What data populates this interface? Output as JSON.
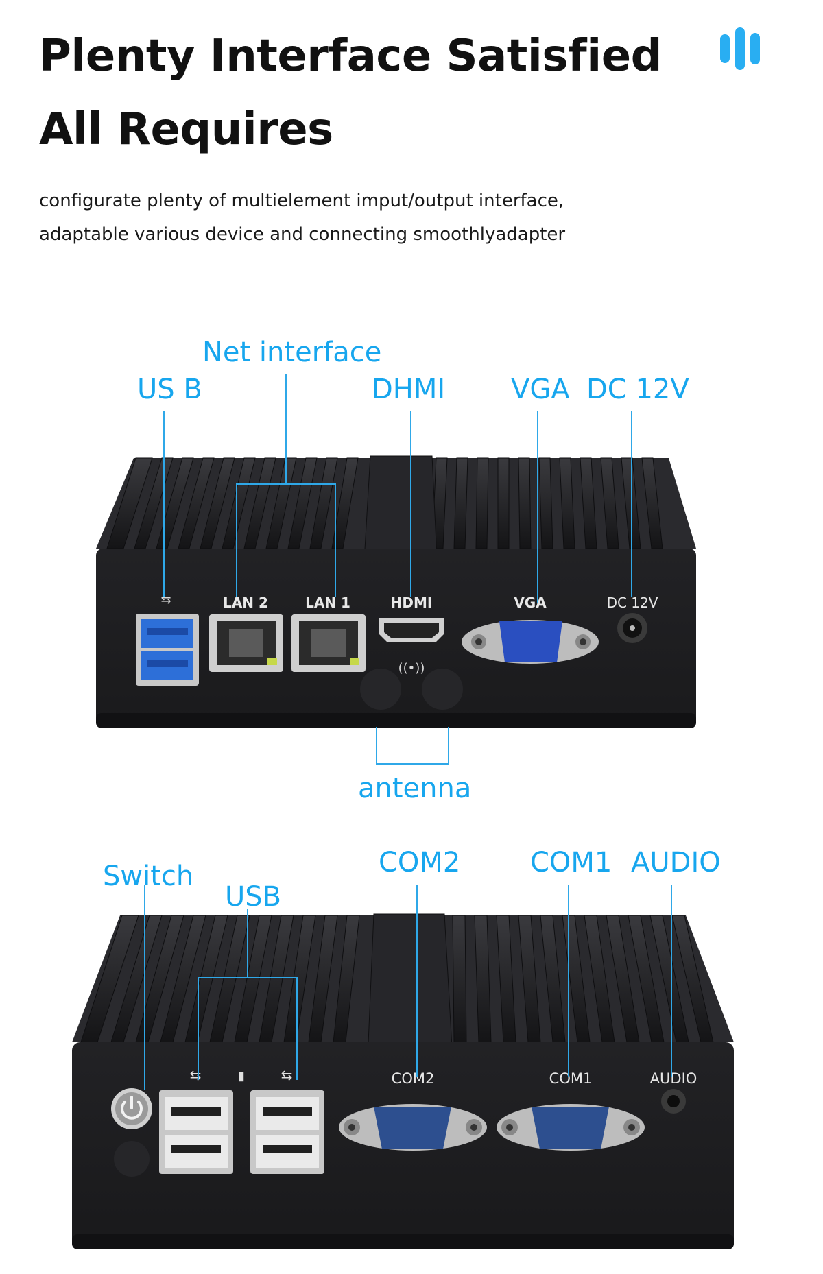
{
  "header": {
    "title_line1": "Plenty Interface Satisfied",
    "title_line2": "All Requires",
    "subtitle_line1": "configurate plenty of multielement imput/output interface,",
    "subtitle_line2": "adaptable various device and connecting smoothlyadapter"
  },
  "front": {
    "callouts": {
      "usb": "US B",
      "net": "Net interface",
      "hdmi": "DHMI",
      "vga": "VGA",
      "dc": "DC 12V",
      "antenna": "antenna"
    },
    "printed": {
      "lan2": "LAN 2",
      "lan1": "LAN 1",
      "hdmi": "HDMI",
      "vga": "VGA",
      "dc": "DC  12V"
    }
  },
  "back": {
    "callouts": {
      "switch": "Switch",
      "usb": "USB",
      "com2": "COM2",
      "com1": "COM1",
      "audio": "AUDIO"
    },
    "printed": {
      "com2": "COM2",
      "com1": "COM1",
      "audio": "AUDIO"
    }
  },
  "colors": {
    "accent": "#17a6ee",
    "device": "#1c1c1e",
    "usb3_blue": "#2d6fd8",
    "vga_blue": "#2a4fc0",
    "com_blue": "#2d4f8f"
  }
}
